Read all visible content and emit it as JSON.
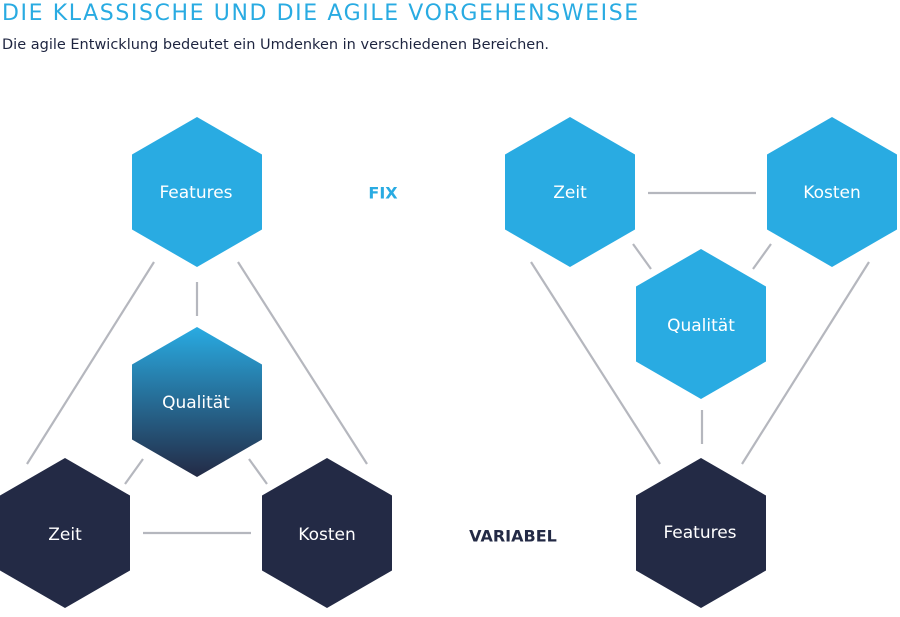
{
  "header": {
    "title": "DIE KLASSISCHE UND DIE AGILE VORGEHENSWEISE",
    "subtitle": "Die agile Entwicklung bedeutet ein Umdenken in verschiedenen Bereichen."
  },
  "row_labels": {
    "fix": "FIX",
    "variabel": "VARIABEL"
  },
  "classic": {
    "features": "Features",
    "quality": "Qualität",
    "time": "Zeit",
    "cost": "Kosten"
  },
  "agile": {
    "time": "Zeit",
    "cost": "Kosten",
    "quality": "Qualität",
    "features": "Features"
  },
  "colors": {
    "fixed": "#29abe2",
    "variable": "#232a45",
    "quality_gradient_top": "#29abe2",
    "quality_gradient_bottom": "#232a45",
    "connector": "#b5b7be",
    "title": "#29abe2",
    "text_dark": "#1e2540"
  }
}
